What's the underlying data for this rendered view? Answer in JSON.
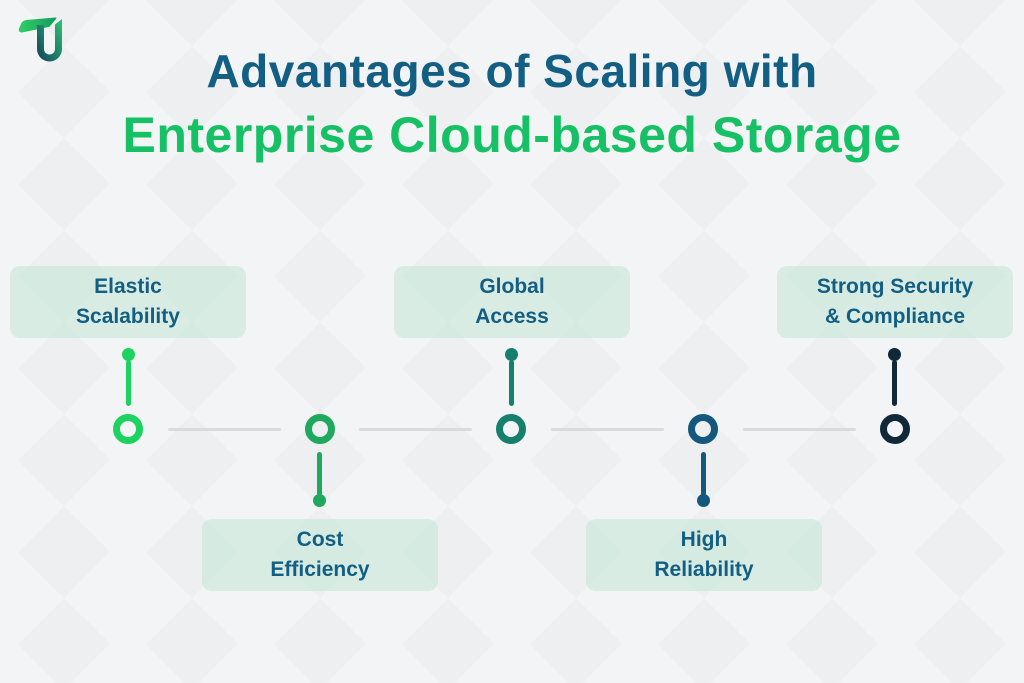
{
  "background": {
    "base_color": "#edeff0",
    "facet_color": "#f3f4f5"
  },
  "logo": {
    "name": "TU logo",
    "bar_gradient": [
      "#31cd67",
      "#129e5c"
    ],
    "u_gradient": [
      "#2ec573",
      "#123f5e"
    ]
  },
  "title": {
    "line1": "Advantages of Scaling with",
    "line2": "Enterprise Cloud-based Storage",
    "line1_color": "#135e83",
    "line2_color": "#16c064"
  },
  "timeline": {
    "connector_color": "#d8dadc",
    "label_bg": "rgba(199,230,216,0.62)",
    "label_text_color": "#135e83",
    "items": [
      {
        "id": "elastic-scalability",
        "line1": "Elastic",
        "line2": "Scalability",
        "placement": "above",
        "color": "#1dd35f"
      },
      {
        "id": "cost-efficiency",
        "line1": "Cost",
        "line2": "Efficiency",
        "placement": "below",
        "color": "#1fa95e"
      },
      {
        "id": "global-access",
        "line1": "Global",
        "line2": "Access",
        "placement": "above",
        "color": "#15806b"
      },
      {
        "id": "high-reliability",
        "line1": "High",
        "line2": "Reliability",
        "placement": "below",
        "color": "#14587e"
      },
      {
        "id": "strong-security-compliance",
        "line1": "Strong Security",
        "line2": "& Compliance",
        "placement": "above",
        "color": "#102939"
      }
    ]
  }
}
